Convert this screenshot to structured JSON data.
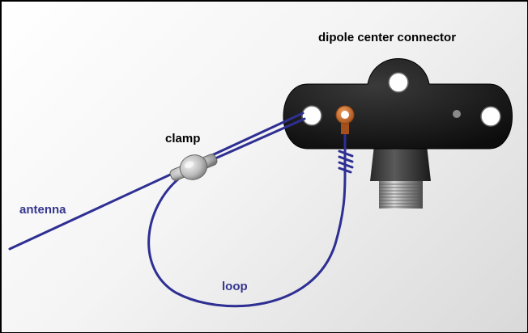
{
  "labels": {
    "title": "dipole center connector",
    "clamp": "clamp",
    "antenna": "antenna",
    "loop": "loop"
  },
  "colors": {
    "wire": "#2e2f93",
    "wire_label": "#35368f",
    "connector_body": "#141414",
    "lug": "#c96a25",
    "clamp_metal": "#c9c9c9"
  },
  "icons": {
    "connector": "dipole-center-connector-icon",
    "clamp": "clamp-icon",
    "lug": "ring-lug-icon"
  }
}
